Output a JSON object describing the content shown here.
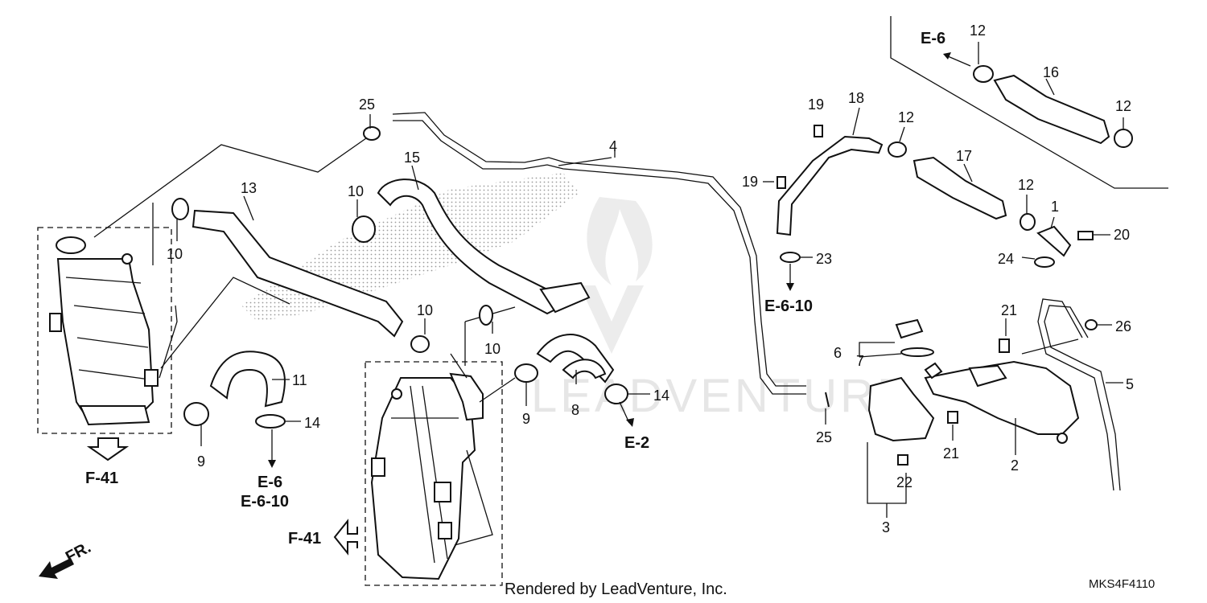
{
  "callouts": {
    "c1": "1",
    "c2": "2",
    "c3": "3",
    "c4": "4",
    "c5": "5",
    "c6": "6",
    "c7": "7",
    "c8": "8",
    "c9a": "9",
    "c9b": "9",
    "c10a": "10",
    "c10b": "10",
    "c10c": "10",
    "c10d": "10",
    "c11": "11",
    "c12a": "12",
    "c12b": "12",
    "c12c": "12",
    "c12d": "12",
    "c13": "13",
    "c14a": "14",
    "c14b": "14",
    "c15": "15",
    "c16": "16",
    "c17": "17",
    "c18": "18",
    "c19a": "19",
    "c19b": "19",
    "c20": "20",
    "c21a": "21",
    "c21b": "21",
    "c22": "22",
    "c23": "23",
    "c24": "24",
    "c25a": "25",
    "c25b": "25",
    "c26": "26"
  },
  "references": {
    "e6_top": "E-6",
    "e6_left": "E-6",
    "e610_left": "E-6-10",
    "e610_mid": "E-6-10",
    "e2": "E-2",
    "f41_left": "F-41",
    "f41_mid": "F-41"
  },
  "direction": {
    "front": "FR."
  },
  "watermark": {
    "text": "LEADVENTURE"
  },
  "footer": {
    "credit": "Rendered by LeadVenture, Inc.",
    "diagram_code": "MKS4F4110"
  }
}
